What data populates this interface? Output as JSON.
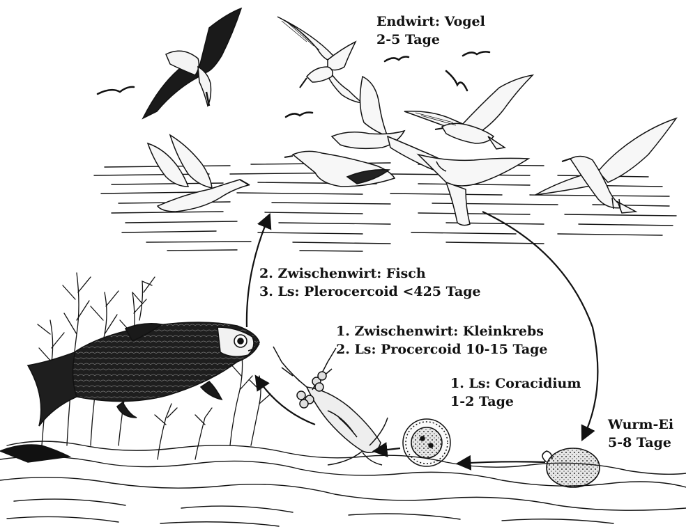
{
  "labels": {
    "final_host": {
      "line1": "Endwirt: Vogel",
      "line2": "2-5 Tage"
    },
    "fish_host": {
      "line1": "2. Zwischenwirt: Fisch",
      "line2": "3. Ls: Plerocercoid <425 Tage"
    },
    "crustacean_host": {
      "line1": "1. Zwischenwirt: Kleinkrebs",
      "line2": "2. Ls: Procercoid 10-15 Tage"
    },
    "coracidium": {
      "line1": "1. Ls: Coracidium",
      "line2": "1-2 Tage"
    },
    "egg": {
      "line1": "Wurm-Ei",
      "line2": "5-8 Tage"
    }
  },
  "colors": {
    "ink": "#111111",
    "paper": "#ffffff",
    "fish_body": "#2a2a2a",
    "egg_fill": "#d9d9d9"
  }
}
